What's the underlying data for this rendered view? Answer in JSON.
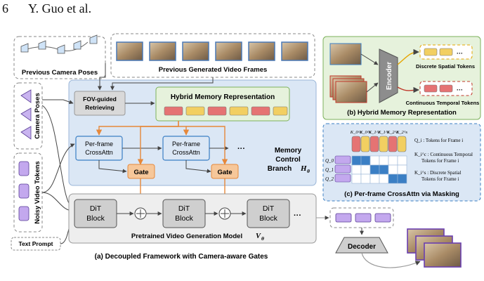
{
  "header": {
    "page_number": "6",
    "authors": "Y. Guo et al."
  },
  "figure": {
    "prev_camera_poses": "Previous Camera Poses",
    "prev_video_frames": "Previous Generated Video Frames",
    "camera_poses": "Camera Poses",
    "noisy_video_tokens": "Noisy Video Tokens",
    "text_prompt": "Text Prompt",
    "fov_retrieving": [
      "FOV-guided",
      "Retrieving"
    ],
    "hybrid_memory": "Hybrid Memory Representation",
    "crossattn": [
      "Per-frame",
      "CrossAttn"
    ],
    "gate": "Gate",
    "branch": [
      "Memory",
      "Control",
      "Branch"
    ],
    "branch_symbol": "H",
    "branch_sub": "θ",
    "dit_block": [
      "DiT",
      "Block"
    ],
    "ellipsis": "···",
    "pretrained_model": "Pretrained Video Generation Model",
    "pretrained_symbol": "V",
    "pretrained_sub": "θ",
    "caption_a": "(a) Decoupled Framework with Camera-aware Gates",
    "decoder": "Decoder",
    "encoder": "Encoder",
    "discrete_tokens": "Discrete Spatial Tokens",
    "continuous_tokens": "Continuous Temporal Tokens",
    "caption_b": "(b) Hybrid Memory Representation",
    "caption_c": "(c) Per-frame CrossAttn via Masking",
    "mask_cols": [
      "K_0^c",
      "K_0^s",
      "K_1^c",
      "K_1^s",
      "K_2^c",
      "K_2^s"
    ],
    "mask_rows": [
      "Q_0",
      "Q_1",
      "Q_2"
    ],
    "legend_q": "Q_i : Tokens for Frame i",
    "legend_kc": [
      "K_i^c : Continuous Temporal",
      "Tokens for Frame i"
    ],
    "legend_ks": [
      "K_i^s : Discrete Spatial",
      "Tokens for Frame i"
    ],
    "colors": {
      "purple": "#b39ddb",
      "red": "#e57373",
      "yellow": "#f2cf61",
      "blue_bg": "#dbe7f5",
      "green_bg": "#e6f2dc",
      "gray_bg": "#eeeeee",
      "orange": "#e6883a",
      "orange_bg": "#f6c79a",
      "arrow": "#444444",
      "mask_blue": "#3b7fc4"
    }
  }
}
